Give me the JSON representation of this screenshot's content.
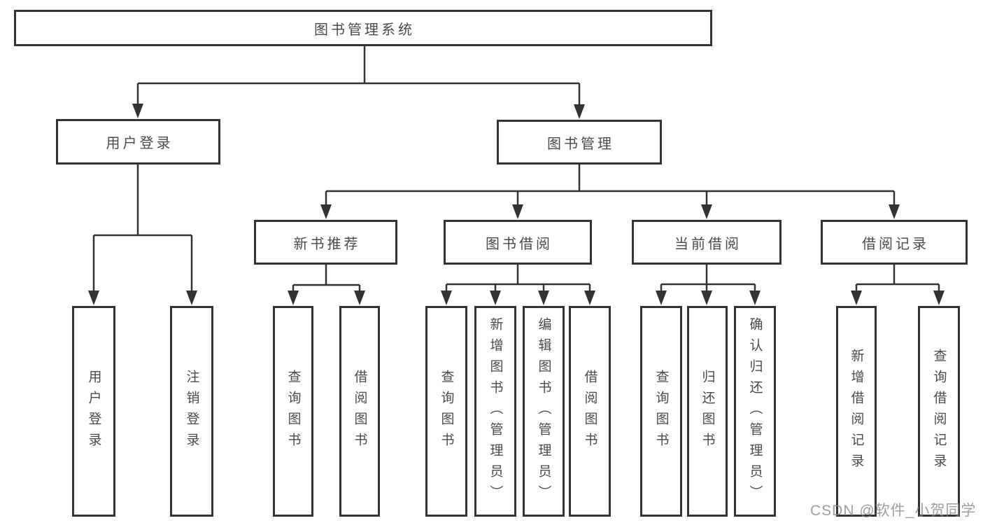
{
  "diagram_title": "图书管理系统",
  "tree": {
    "root": {
      "label": "图书管理系统"
    },
    "branches": [
      {
        "label": "用户登录",
        "children": [
          {
            "label": "用户登录"
          },
          {
            "label": "注销登录"
          }
        ]
      },
      {
        "label": "图书管理",
        "children": [
          {
            "label": "新书推荐",
            "children": [
              {
                "label": "查询图书"
              },
              {
                "label": "借阅图书"
              }
            ]
          },
          {
            "label": "图书借阅",
            "children": [
              {
                "label": "查询图书"
              },
              {
                "label": "新增图书（管理员）"
              },
              {
                "label": "编辑图书（管理员）"
              },
              {
                "label": "借阅图书"
              }
            ]
          },
          {
            "label": "当前借阅",
            "children": [
              {
                "label": "查询图书"
              },
              {
                "label": "归还图书"
              },
              {
                "label": "确认归还（管理员）"
              }
            ]
          },
          {
            "label": "借阅记录",
            "children": [
              {
                "label": "新增借阅记录"
              },
              {
                "label": "查询借阅记录"
              }
            ]
          }
        ]
      }
    ]
  },
  "watermark": "CSDN @软件_小贺同学",
  "colors": {
    "background": "#ffffff",
    "box_border": "#333333",
    "line": "#333333",
    "text": "#4a4a4a",
    "watermark": "#868686"
  }
}
